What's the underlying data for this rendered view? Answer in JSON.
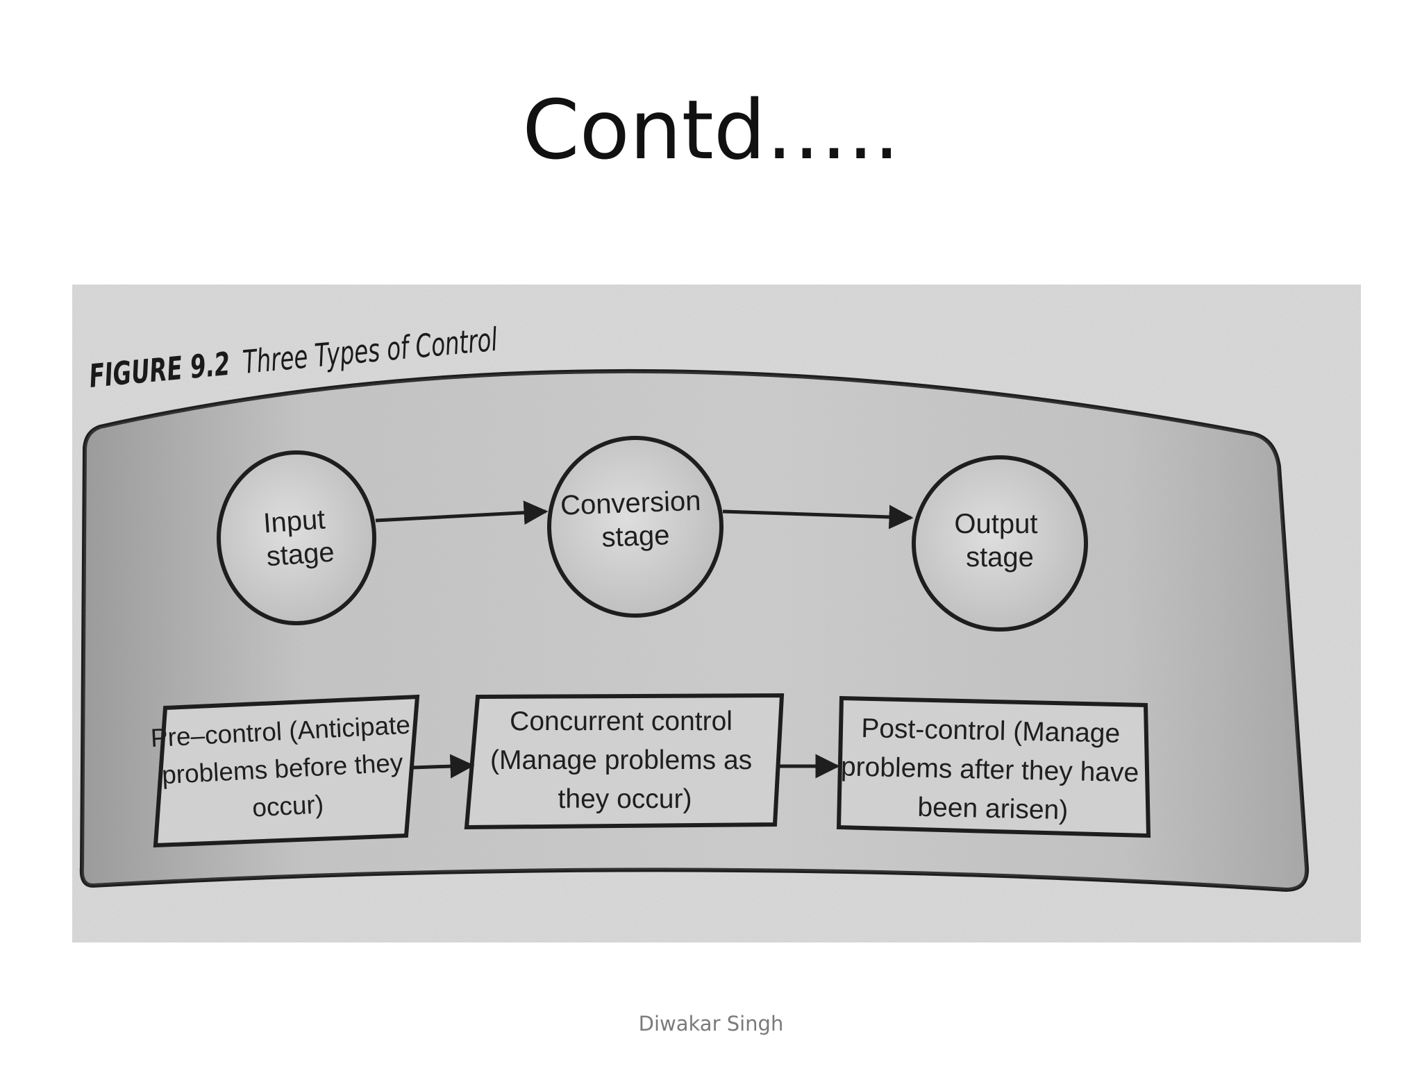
{
  "slide": {
    "title": "Contd…..",
    "footer": "Diwakar Singh"
  },
  "figure": {
    "caption_label": "FIGURE 9.2",
    "caption_text": "Three Types of Control",
    "stages": [
      {
        "line1": "Input",
        "line2": "stage"
      },
      {
        "line1": "Conversion",
        "line2": "stage"
      },
      {
        "line1": "Output",
        "line2": "stage"
      }
    ],
    "controls": [
      {
        "line1": "Pre–control (Anticipate",
        "line2": "problems before they",
        "line3": "occur)"
      },
      {
        "line1": "Concurrent control",
        "line2": "(Manage problems as",
        "line3": "they occur)"
      },
      {
        "line1": "Post-control (Manage",
        "line2": "problems after they have",
        "line3": "been arisen)"
      }
    ],
    "colors": {
      "paper": "#e3e3e3",
      "panel": "#c2c2c2",
      "ink": "#1e1e1e"
    }
  }
}
